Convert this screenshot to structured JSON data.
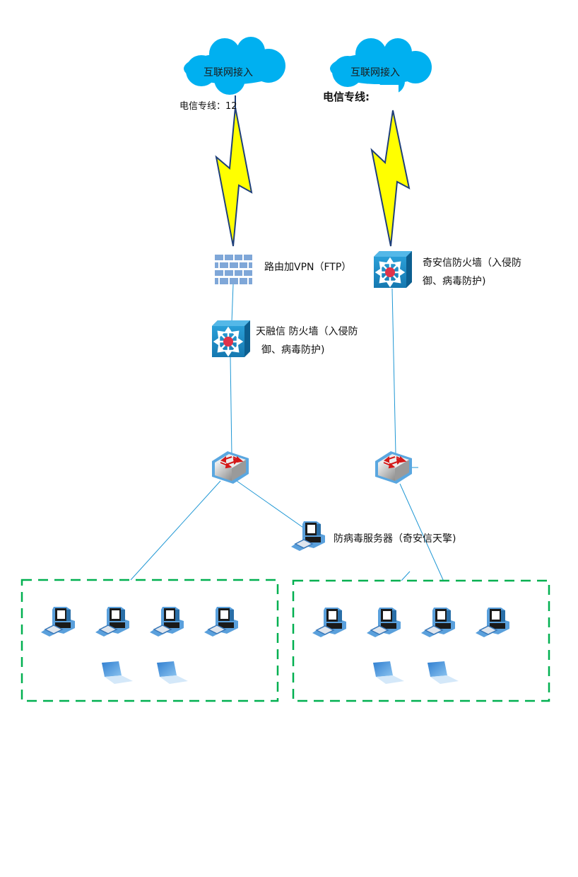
{
  "diagram": {
    "title": "",
    "colors": {
      "cloud": "#00b0f0",
      "link": "#1f97d4",
      "lightning_fill": "#ffff00",
      "lightning_stroke": "#1f3f7a",
      "zone_border": "#00b050",
      "device_blue": "#1c7fc4",
      "firewall_brick": "#7fa7d8",
      "switch_arrow": "#d41818"
    },
    "left_branch": {
      "cloud_label": "互联网接入",
      "line_label": "电信专线：12",
      "router_label": "路由加VPN（FTP）",
      "firewall_label_line1": "天融信  防火墙（入侵防",
      "firewall_label_line2": "御、病毒防护)"
    },
    "right_branch": {
      "cloud_label": "互联网接入",
      "line_label": "电信专线:",
      "firewall_label_line1": "奇安信防火墙（入侵防",
      "firewall_label_line2": "御、病毒防护)"
    },
    "server": {
      "label": "防病毒服务器（奇安信天擎)"
    },
    "zones": [
      {
        "name": "left-lan",
        "desktops": 4,
        "laptops": 2
      },
      {
        "name": "right-lan",
        "desktops": 4,
        "laptops": 2
      }
    ]
  }
}
